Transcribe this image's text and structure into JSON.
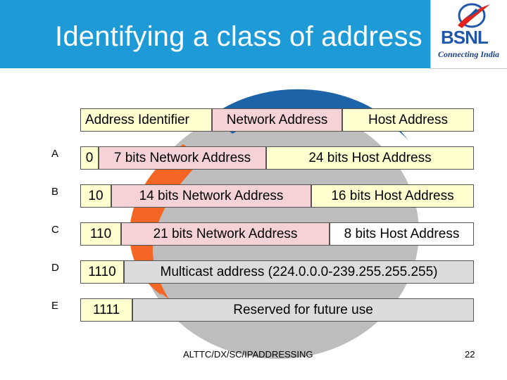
{
  "slide": {
    "title": "Identifying a class of address",
    "footer": "ALTTC/DX/SC/IPADDRESSING",
    "page_number": "22"
  },
  "logo": {
    "icon": "bsnl-logo-icon",
    "name": "BSNL",
    "tagline": "Connecting India"
  },
  "legend": {
    "identifier": "Address Identifier",
    "network": "Network Address",
    "host": "Host Address"
  },
  "rows": [
    {
      "label": "A",
      "id": "0",
      "network": "7 bits Network Address",
      "host": "24 bits Host Address"
    },
    {
      "label": "B",
      "id": "10",
      "network": "14 bits Network Address",
      "host": "16 bits Host Address"
    },
    {
      "label": "C",
      "id": "110",
      "network": "21 bits Network Address",
      "host": "8 bits Host Address"
    },
    {
      "label": "D",
      "id": "1110",
      "rest": "Multicast address (224.0.0.0-239.255.255.255)"
    },
    {
      "label": "E",
      "id": "1111",
      "rest": "Reserved for future use"
    }
  ],
  "colors": {
    "header": "#1e9ad6",
    "identifier_box": "#ffffd0",
    "network_box": "#f5d2d6",
    "host_box": "#ffffd0",
    "reserved_box": "#dcdcdc"
  }
}
